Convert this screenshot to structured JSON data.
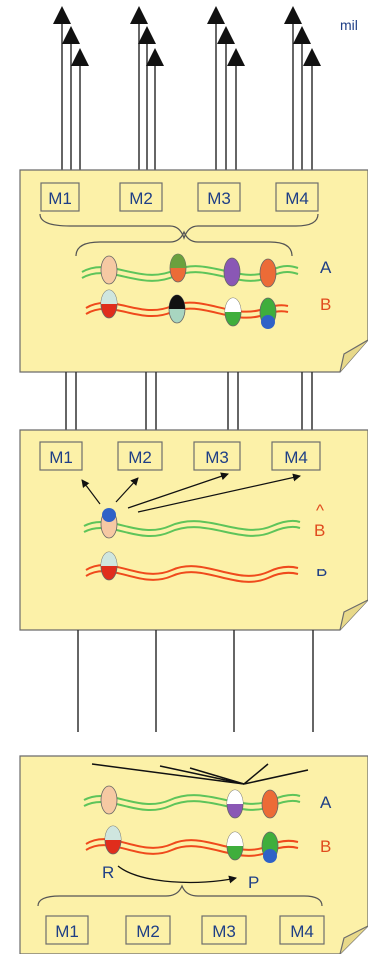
{
  "corner_text": "mil",
  "modules": [
    "M1",
    "M2",
    "M3",
    "M4"
  ],
  "sequence_labels": {
    "a": "A",
    "b": "B"
  },
  "panel2_b_label": "B",
  "panel2_b_mark": "^",
  "panel2_b_partial": "B",
  "panel3_points": {
    "r": "R",
    "p": "P"
  },
  "colors": {
    "note": "#fcf1a8",
    "note_border": "#6b6b6b",
    "green_strand": "#5ec45a",
    "red_strand": "#ef4a1c",
    "text_blue": "#1f3f86",
    "text_red": "#e04b1e",
    "box_border": "#6d6d6d"
  }
}
